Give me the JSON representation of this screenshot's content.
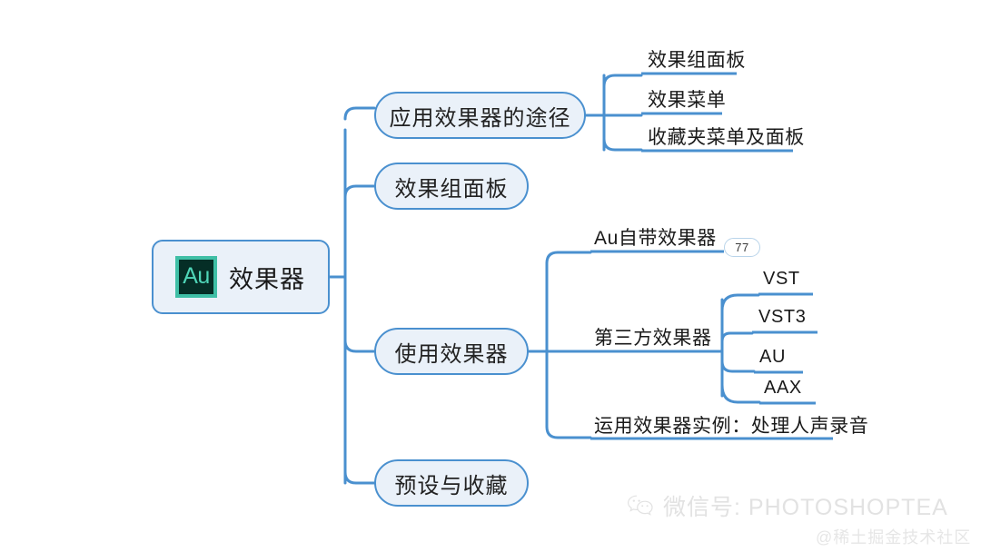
{
  "diagram": {
    "type": "mind-map",
    "title": "效果器",
    "root": {
      "icon": "au-app-icon",
      "icon_text": "Au",
      "label": "效果器"
    },
    "branches": [
      {
        "label": "应用效果器的途径",
        "children": [
          {
            "label": "效果组面板"
          },
          {
            "label": "效果菜单"
          },
          {
            "label": "收藏夹菜单及面板"
          }
        ]
      },
      {
        "label": "效果组面板",
        "children": []
      },
      {
        "label": "使用效果器",
        "children": [
          {
            "label": "Au自带效果器",
            "badge": "77"
          },
          {
            "label": "第三方效果器",
            "children": [
              {
                "label": "VST"
              },
              {
                "label": "VST3"
              },
              {
                "label": "AU"
              },
              {
                "label": "AAX"
              }
            ]
          },
          {
            "label": "运用效果器实例：处理人声录音"
          }
        ]
      },
      {
        "label": "预设与收藏",
        "children": []
      }
    ]
  },
  "watermark": {
    "icon": "wechat-icon",
    "text": "微信号: PHOTOSHOPTEA",
    "attribution": "@稀土掘金技术社区"
  },
  "colors": {
    "line": "#4a90cf",
    "node_border": "#4a90cf",
    "node_fill": "#eaf1f9",
    "au_accent": "#3fbfa6",
    "au_bg": "#052e26",
    "text": "#1a1a1a",
    "watermark": "#e2e2e2",
    "badge_border": "#b9d4ea"
  }
}
